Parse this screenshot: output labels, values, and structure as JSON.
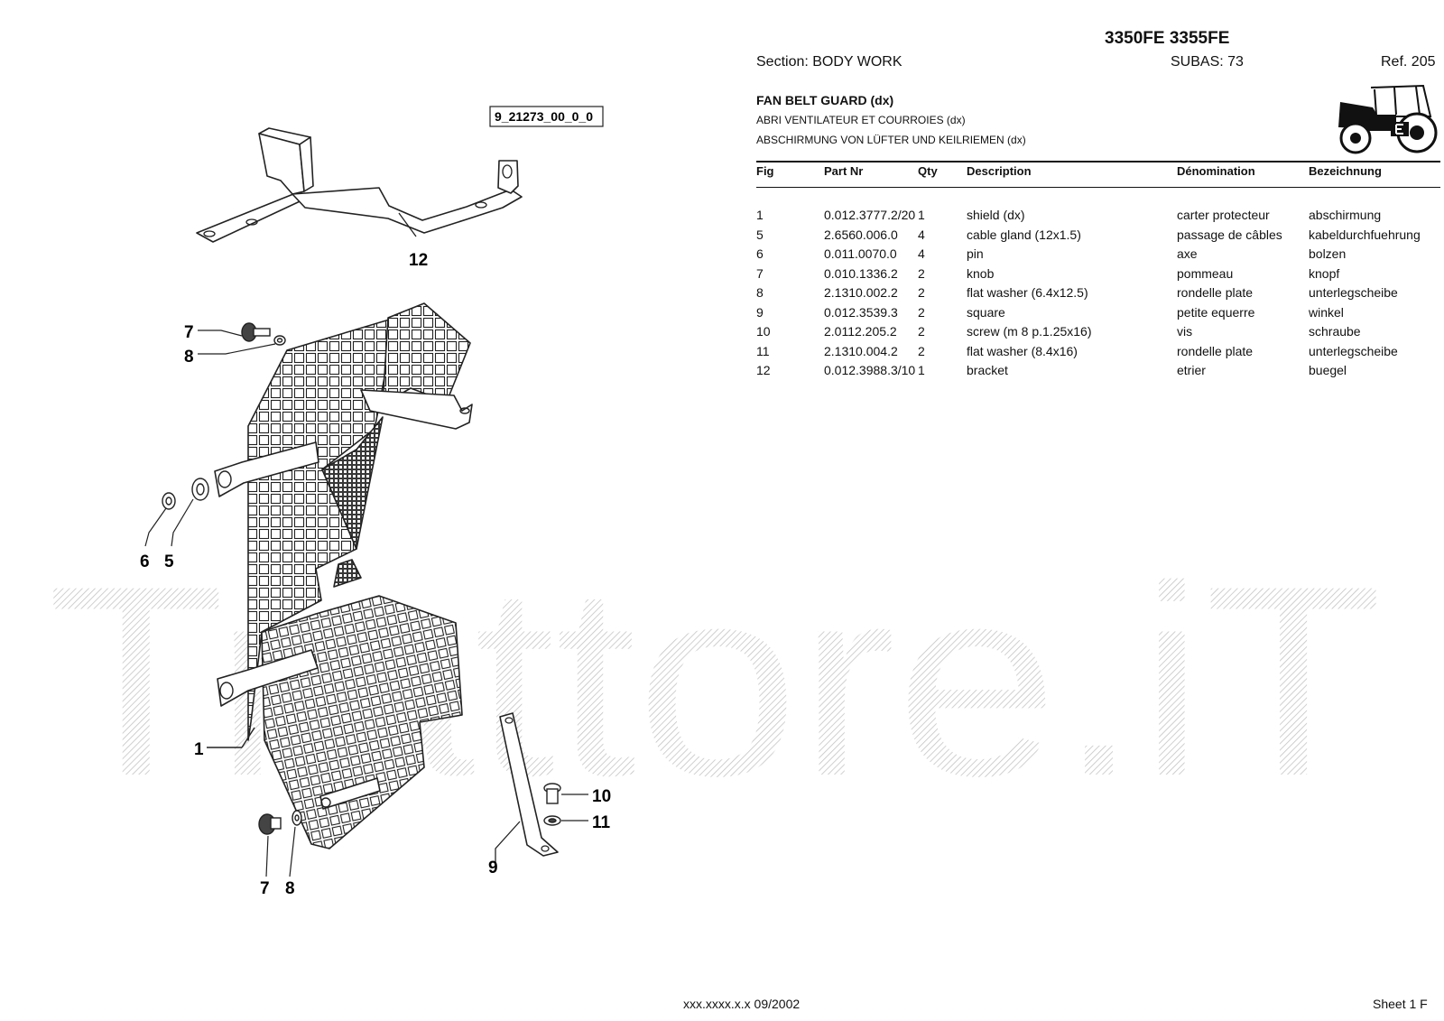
{
  "watermark": {
    "text": "Trattore.iT"
  },
  "header": {
    "models": "3350FE 3355FE",
    "section": "Section: BODY  WORK",
    "subas": "SUBAS: 73",
    "ref": "Ref. 205"
  },
  "title": {
    "main": "FAN BELT GUARD (dx)",
    "french": "ABRI VENTILATEUR ET COURROIES (dx)",
    "german": "ABSCHIRMUNG VON LÜFTER UND KEILRIEMEN (dx)"
  },
  "table": {
    "columns": [
      "Fig",
      "Part Nr",
      "Qty",
      "Description",
      "Dénomination",
      "Bezeichnung"
    ],
    "rows": [
      [
        "1",
        "0.012.3777.2/20",
        "1",
        "shield (dx)",
        "carter protecteur",
        "abschirmung"
      ],
      [
        "5",
        "2.6560.006.0",
        "4",
        "cable gland (12x1.5)",
        "passage de câbles",
        "kabeldurchfuehrung"
      ],
      [
        "6",
        "0.011.0070.0",
        "4",
        "pin",
        "axe",
        "bolzen"
      ],
      [
        "7",
        "0.010.1336.2",
        "2",
        "knob",
        "pommeau",
        "knopf"
      ],
      [
        "8",
        "2.1310.002.2",
        "2",
        "flat washer (6.4x12.5)",
        "rondelle plate",
        "unterlegscheibe"
      ],
      [
        "9",
        "0.012.3539.3",
        "2",
        "square",
        "petite equerre",
        "winkel"
      ],
      [
        "10",
        "2.0112.205.2",
        "2",
        "screw (m 8 p.1.25x16)",
        "vis",
        "schraube"
      ],
      [
        "11",
        "2.1310.004.2",
        "2",
        "flat washer (8.4x16)",
        "rondelle plate",
        "unterlegscheibe"
      ],
      [
        "12",
        "0.012.3988.3/10",
        "1",
        "bracket",
        "etrier",
        "buegel"
      ]
    ]
  },
  "diagram": {
    "drawing_code": "9_21273_00_0_0",
    "callouts": {
      "c12": "12",
      "c7a": "7",
      "c8a": "8",
      "c6": "6",
      "c5": "5",
      "c1": "1",
      "c10": "10",
      "c11": "11",
      "c9": "9",
      "c7b": "7",
      "c8b": "8"
    }
  },
  "footer": {
    "code": "xxx.xxxx.x.x  09/2002",
    "sheet": "Sheet 1 F"
  }
}
